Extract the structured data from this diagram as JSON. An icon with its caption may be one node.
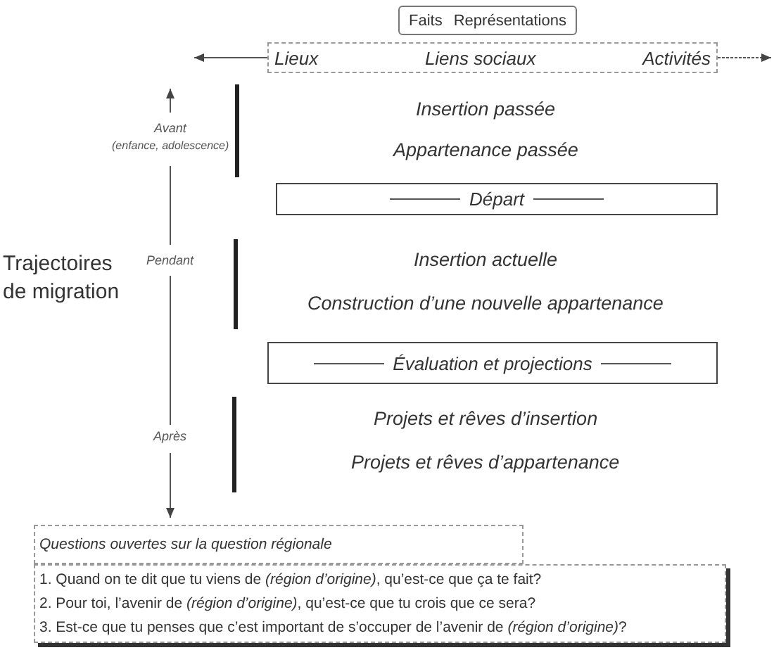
{
  "diagram": {
    "nodes": [
      {
        "text": [
          "Faits",
          "Représentations"
        ]
      },
      {
        "text": [
          "Lieux",
          "Liens sociaux",
          "Activités"
        ]
      },
      {
        "text": [
          "Départ"
        ]
      },
      {
        "text": [
          "Évaluation et projections"
        ]
      },
      {
        "text": [
          "Questions ouvertes sur la question régionale"
        ]
      },
      {
        "text": [
          "1. Quand on te dit que tu viens de *(région d’origine)*, qu’est-ce que ça te fait?",
          "2. Pour toi, l’avenir de *(région d’origine)*, qu’est-ce que tu crois que ce sera?",
          "3. Est-ce que tu penses que c’est important de s’occuper de l’avenir de *(région d’origine)*?"
        ]
      }
    ],
    "labels": [
      "Avant",
      "(enfance, adolescence)",
      "Insertion passée",
      "Appartenance passée",
      "Trajectoires de migration",
      "Pendant",
      "Insertion actuelle",
      "Construction d’une nouvelle appartenance",
      "Après",
      "Projets et rêves d’insertion",
      "Projets et rêves d’appartenance"
    ]
  }
}
